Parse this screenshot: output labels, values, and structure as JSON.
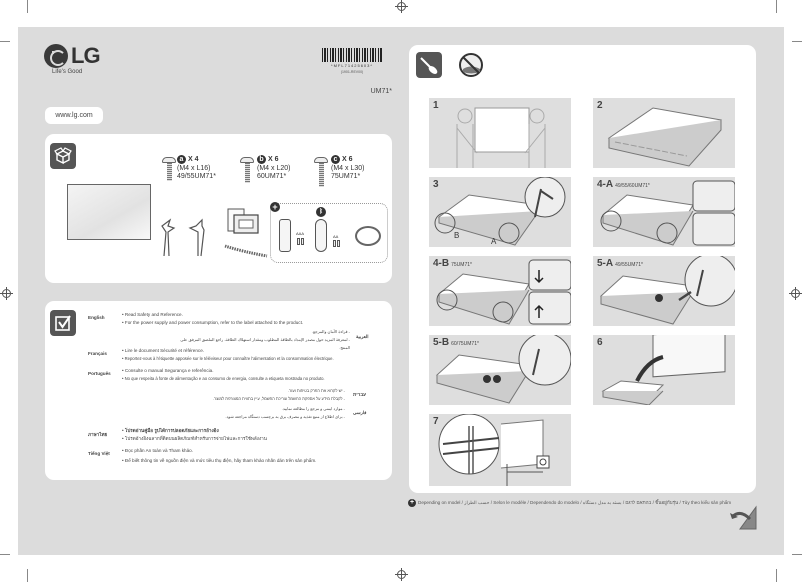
{
  "brand": {
    "logo_text": "LG",
    "tagline": "Life's Good"
  },
  "barcode": {
    "number": "*MFL71425603*",
    "sub": "(1901-REV00)"
  },
  "model": "UM71*",
  "website": "www.lg.com",
  "box_contents": {
    "screws": [
      {
        "id": "a",
        "qty": "X 4",
        "size": "(M4 x L16)",
        "models": "49/55UM71*"
      },
      {
        "id": "b",
        "qty": "X 6",
        "size": "(M4 x L20)",
        "models": "60UM71*"
      },
      {
        "id": "c",
        "qty": "X 6",
        "size": "(M4 x L30)",
        "models": "75UM71*"
      }
    ],
    "items": [
      "TV",
      "Stand left",
      "Stand right",
      "Manual",
      "Cable holder"
    ],
    "optional_symbol": "+",
    "batteries": [
      "AAA",
      "AA"
    ]
  },
  "safety": {
    "languages": [
      {
        "name": "English",
        "lines": [
          "• Read Safety and Reference.",
          "• For the power supply and power consumption, refer to the label attached to the product."
        ],
        "bold": "Safety and Reference."
      },
      {
        "name": "العربية",
        "lines": [
          "- قراءة الأمان والمرجع.",
          "- لمعرفة المزيد حول مصدر الإمداد بالطاقة المطلوب ومقدار استهلاك الطاقة، راجع الملصق المرفق على المنتج."
        ],
        "rtl": true
      },
      {
        "name": "Français",
        "lines": [
          "• Lire le document Sécurité et référence.",
          "• Reportez-vous à l'étiquette apposée sur le téléviseur pour connaître l'alimentation et la consommation électrique."
        ],
        "bold": "Sécurité et référence."
      },
      {
        "name": "Português",
        "lines": [
          "• Consulte o manual Segurança e referência.",
          "• No que respeita à fonte de alimentação e ao consumo de energia, consulte a etiqueta mostrada no produto."
        ],
        "bold": "Segurança e referência."
      },
      {
        "name": "עברית",
        "lines": [
          "- יש לקרוא את הפרק בטיחות ועזר.",
          "- לקבלת מידע על אספקת החשמל וצריכת החשמל, עיין בתווית המצורפת למוצר."
        ],
        "rtl": true
      },
      {
        "name": "فارسی",
        "lines": [
          "- موارد ایمنی و مرجع را مطالعه نمایید.",
          "- برای اطلاع از منبع تغذیه و مصرف برق به برچسب دستگاه مراجعه شود."
        ],
        "rtl": true
      },
      {
        "name": "ภาษาไทย",
        "lines": [
          "• โปรดอ่านคู่มือ รูปได้การปลอดภัยและการอ้างอิง",
          "• โปรดอ้างอิงฉลากที่ติดบนผลิตภัณฑ์สำหรับการจ่ายไฟและการใช้พลังงาน"
        ]
      },
      {
        "name": "Tiếng Việt",
        "lines": [
          "• Đọc phần An toàn và Tham khảo.",
          "• Để biết thông tin về nguồn điện và mức tiêu thụ điện, hãy tham khảo nhãn dán trên sản phẩm."
        ],
        "bold": "An toàn và Tham khảo."
      }
    ]
  },
  "steps": [
    {
      "num": "1",
      "sub": ""
    },
    {
      "num": "2",
      "sub": ""
    },
    {
      "num": "3",
      "sub": "",
      "labels": [
        "B",
        "A"
      ]
    },
    {
      "num": "4-A",
      "sub": "49/55/60UM71*"
    },
    {
      "num": "4-B",
      "sub": "75UM71*"
    },
    {
      "num": "5-A",
      "sub": "49/55UM71*"
    },
    {
      "num": "5-B",
      "sub": "60/75UM71*"
    },
    {
      "num": "6",
      "sub": ""
    },
    {
      "num": "7",
      "sub": ""
    }
  ],
  "footnote": "Depending on model / حسب الطراز / Selon le modèle / Dependendo do modelo / בהתאם לדגם / بسته به مدل دستگاه / ขึ้นอยู่กับรุ่น / Tùy theo kiểu sản phẩm",
  "colors": {
    "sheet": "#dcdcdc",
    "panel": "#ffffff",
    "step_bg": "#dedede",
    "icon_tile": "#555555"
  }
}
